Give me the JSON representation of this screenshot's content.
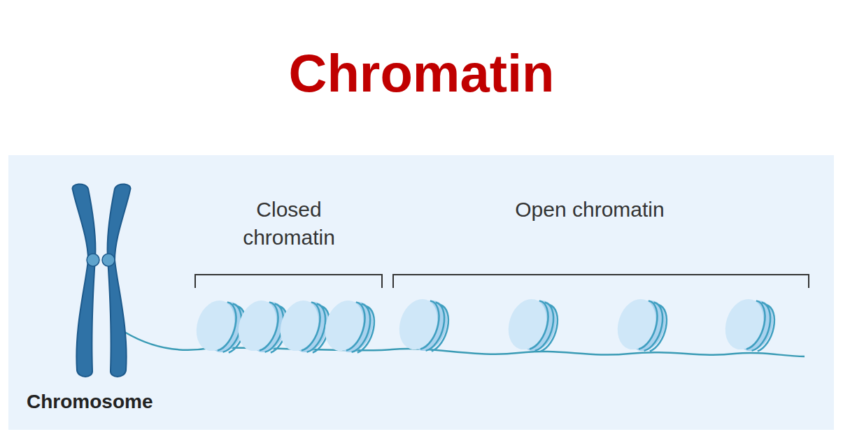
{
  "diagram": {
    "title": "Chromatin",
    "labels": [
      "Closed chromatin",
      "Open chromatin",
      "Chromosome"
    ]
  }
}
